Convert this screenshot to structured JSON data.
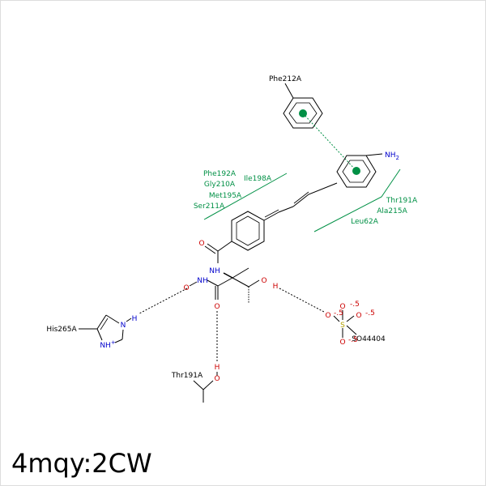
{
  "caption": "4mqy:2CW",
  "colors": {
    "bond": "#000000",
    "hbond": "#000000",
    "hydrophobic": "#009045",
    "nitrogen": "#0000cc",
    "oxygen": "#cc0000",
    "sulfur": "#b3a000",
    "pi_interaction": "#009045"
  },
  "residues": {
    "phe212": "Phe212A",
    "phe192": "Phe192A",
    "ile198": "Ile198A",
    "gly210": "Gly210A",
    "met195": "Met195A",
    "ser211": "Ser211A",
    "thr191_hydrophobic": "Thr191A",
    "ala215": "Ala215A",
    "leu62": "Leu62A",
    "his265": "His265A",
    "thr191_hbond": "Thr191A",
    "so4": "SO44404"
  },
  "atoms": {
    "nh2": "NH",
    "nh2_sub": "2",
    "amide_o": "O",
    "amide_nh": "NH",
    "hydroxamate_nh": "NH",
    "hydroxamate_o": "O",
    "hydroxamate_carbonyl_o": "O",
    "hydroxyl_o": "O",
    "hydroxyl_h": "H",
    "his_n": "N",
    "his_h": "H",
    "his_nh": "NH",
    "his_plus": "+",
    "thr_h": "H",
    "thr_o": "O",
    "sulfur": "S",
    "so4_o1": "O",
    "so4_o2": "O",
    "so4_o3": "O",
    "so4_o4": "O",
    "charge": "-.5"
  }
}
